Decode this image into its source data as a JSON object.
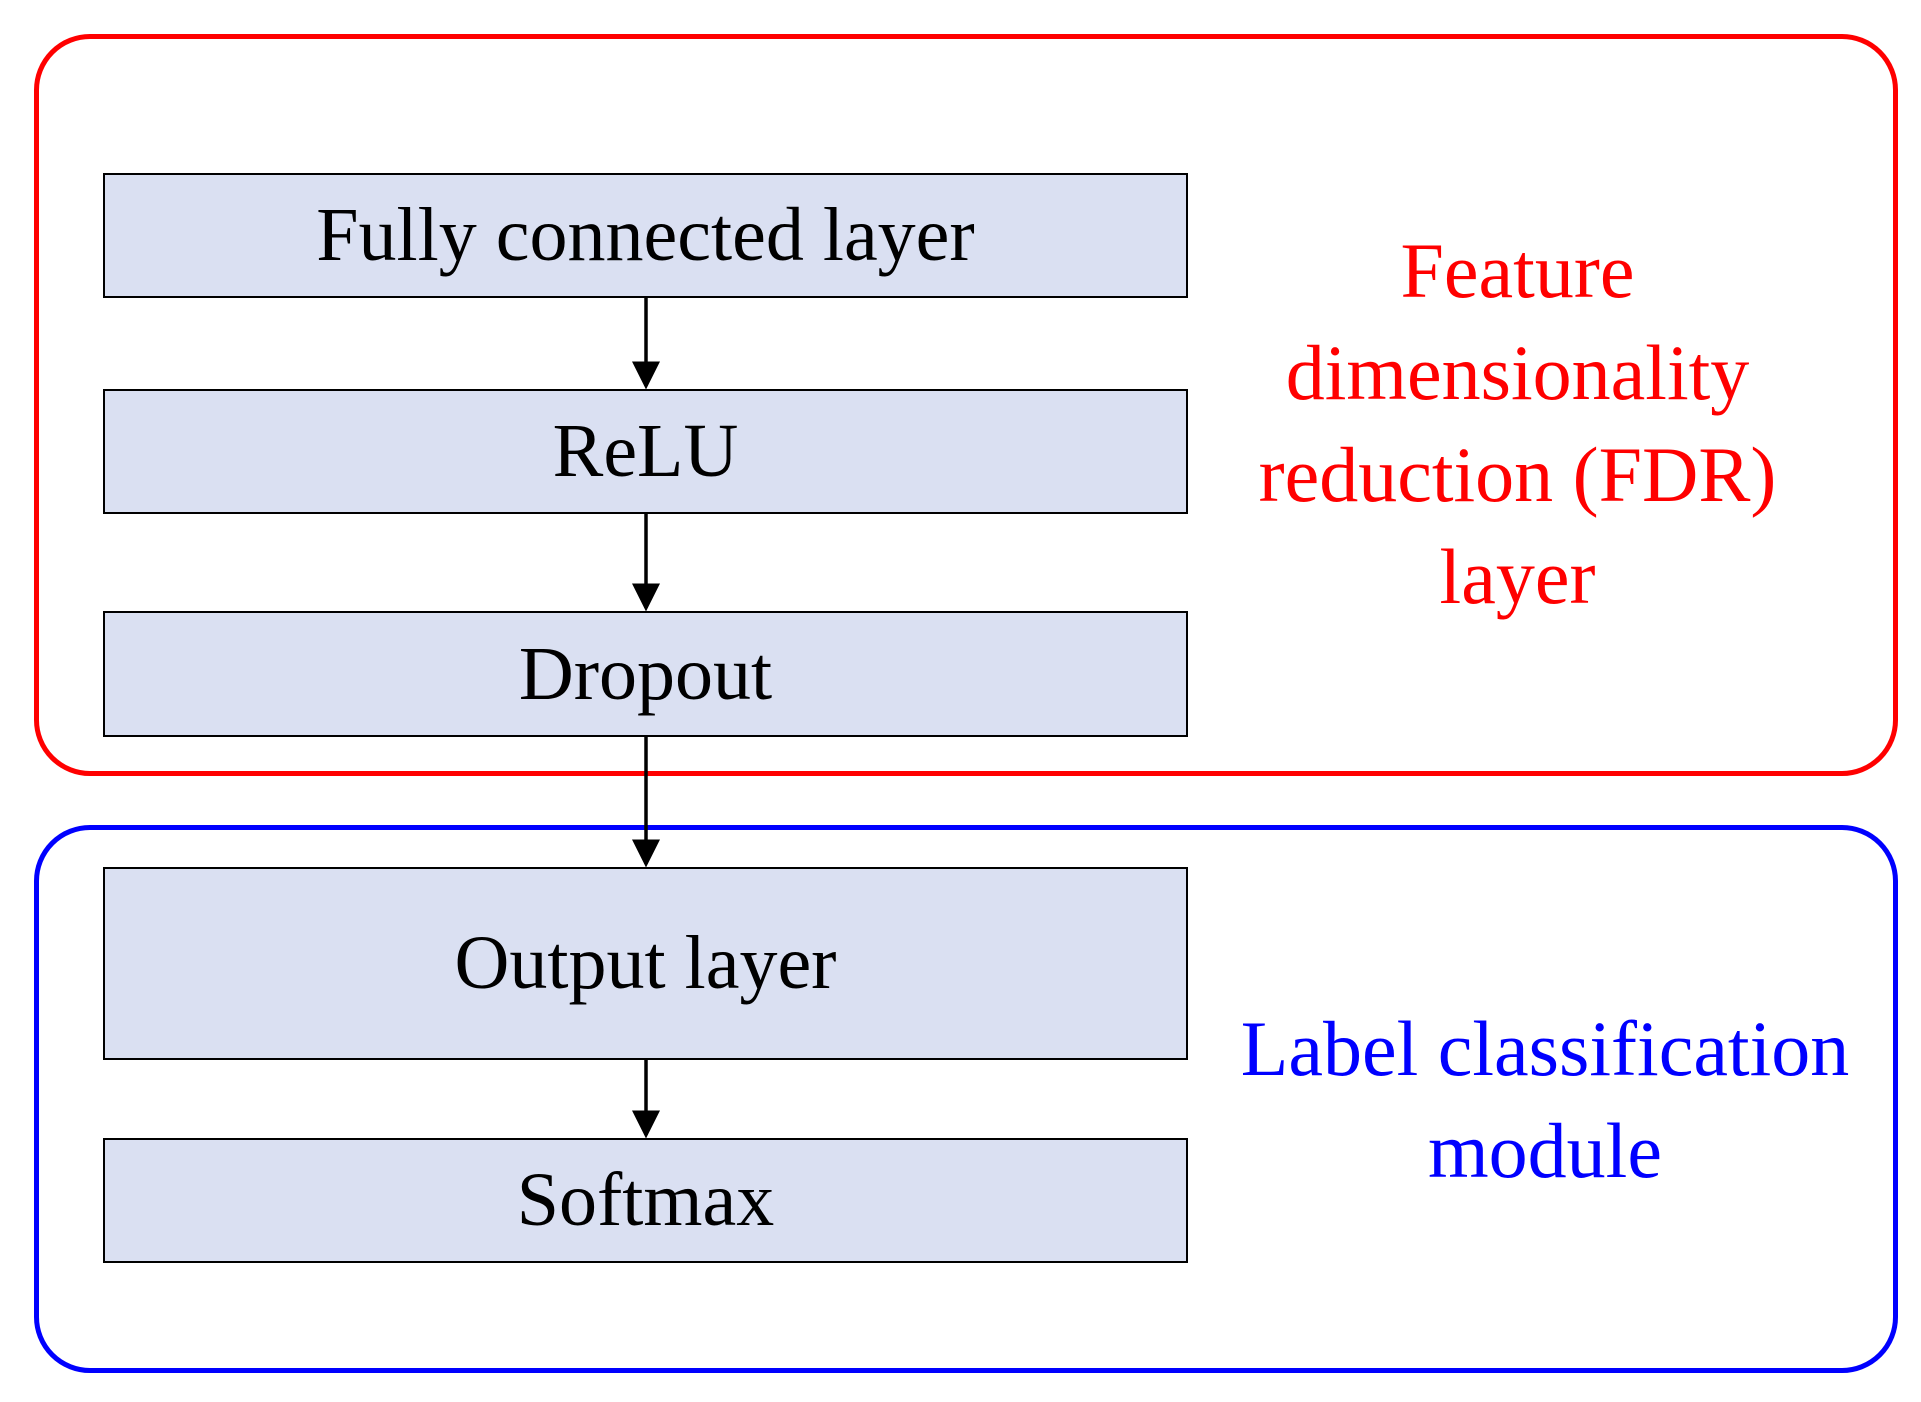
{
  "colors": {
    "fdr_accent": "#ff0000",
    "lcm_accent": "#0000ff",
    "box_fill": "#dae0f2",
    "box_border": "#000000",
    "arrow": "#000000"
  },
  "fdr_module": {
    "label_lines": [
      "Feature",
      "dimensionality",
      "reduction (FDR)",
      "layer"
    ]
  },
  "lcm_module": {
    "label_lines": [
      "Label classification",
      "module"
    ]
  },
  "layers": {
    "fully_connected": "Fully connected layer",
    "relu": "ReLU",
    "dropout": "Dropout",
    "output": "Output layer",
    "softmax": "Softmax"
  }
}
